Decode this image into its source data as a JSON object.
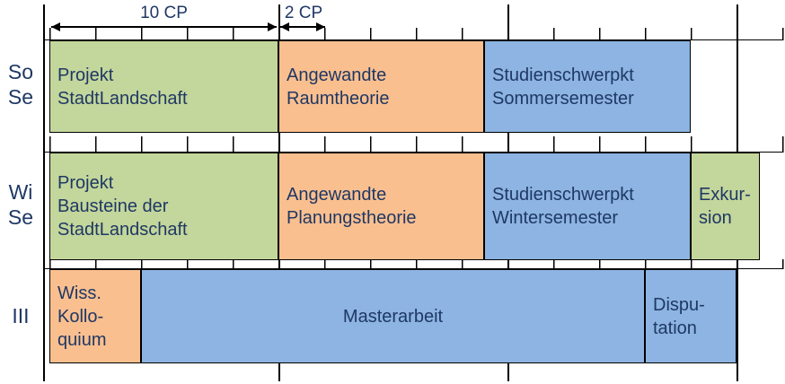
{
  "palette": {
    "green": "#C3D69B",
    "orange": "#FABF8F",
    "blue": "#8DB4E2",
    "line": "#000000",
    "text": "#1F3864"
  },
  "scale": {
    "cp10_label": "10 CP",
    "cp2_label": "2 CP"
  },
  "rows": [
    {
      "label": "So\nSe",
      "blocks": [
        {
          "text": "Projekt\nStadtLandschaft",
          "color": "green"
        },
        {
          "text": "Angewandte\nRaumtheorie",
          "color": "orange"
        },
        {
          "text": "Studienschwerpkt\nSommersemester",
          "color": "blue"
        }
      ]
    },
    {
      "label": "Wi\nSe",
      "blocks": [
        {
          "text": "Projekt\nBausteine der\nStadtLandschaft",
          "color": "green"
        },
        {
          "text": "Angewandte\nPlanungstheorie",
          "color": "orange"
        },
        {
          "text": "Studienschwerpkt\nWintersemester",
          "color": "blue"
        },
        {
          "text": "Exkur-\nsion",
          "color": "green"
        }
      ]
    },
    {
      "label": "III",
      "blocks": [
        {
          "text": "Wiss.\nKollo-\nquium",
          "color": "orange"
        },
        {
          "text": "Masterarbeit",
          "color": "blue"
        },
        {
          "text": "Dispu-\ntation",
          "color": "blue"
        }
      ]
    }
  ]
}
